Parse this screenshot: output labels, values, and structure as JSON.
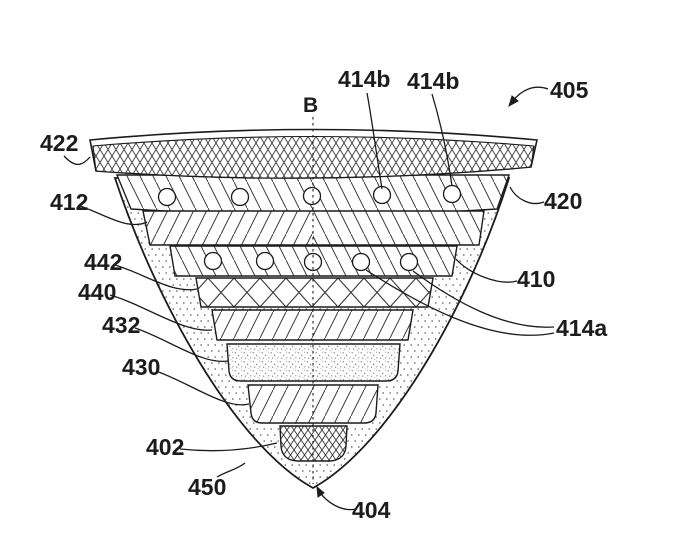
{
  "figure": {
    "kind": "patent-cross-section-drawing",
    "background": "#ffffff",
    "ink": "#1c1c1c",
    "axis_label": "B",
    "labels": {
      "ref422": "422",
      "ref412": "412",
      "ref442": "442",
      "ref440": "440",
      "ref432": "432",
      "ref430": "430",
      "ref402": "402",
      "ref450": "450",
      "ref404": "404",
      "ref405": "405",
      "ref420": "420",
      "ref410": "410",
      "ref414a": "414a",
      "ref414b_left": "414b",
      "ref414b_right": "414b"
    }
  }
}
